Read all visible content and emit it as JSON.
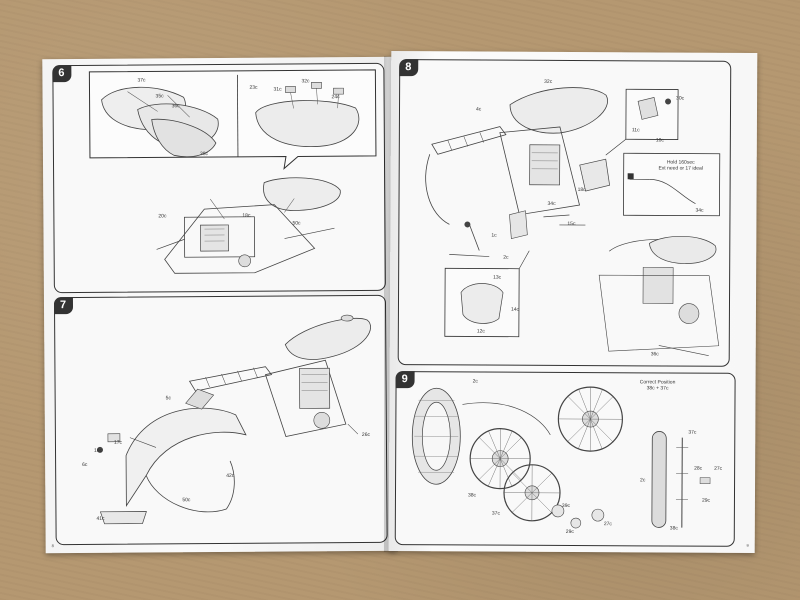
{
  "steps": {
    "s6": {
      "number": "6",
      "labels": {
        "l37": "37c",
        "l35": "35c",
        "l36": "36c",
        "l38": "38c",
        "l23": "23c",
        "l31": "31c",
        "l32": "32c",
        "l24": "24c",
        "l20": "20c",
        "l18": "18c",
        "l50": "50c"
      }
    },
    "s7": {
      "number": "7",
      "labels": {
        "l5": "5c",
        "l26": "26c",
        "l16": "16c",
        "l17": "17c",
        "l6": "6c",
        "l42": "42c",
        "l50": "50c",
        "l41": "41c"
      }
    },
    "s8": {
      "number": "8",
      "labels": {
        "l32": "32c",
        "l4": "4c",
        "l11": "11c",
        "l30": "30c",
        "l10": "10c",
        "l18": "18c",
        "l34": "34c",
        "l15": "15c",
        "l1": "1c",
        "l2": "2c",
        "l13": "13c",
        "l14": "14c",
        "l12": "12c",
        "l36": "36c",
        "l34b": "34c"
      },
      "note_line1": "Hold 160sec",
      "note_line2": "Ext need or 17 ideal"
    },
    "s9": {
      "number": "9",
      "labels": {
        "l2": "2c",
        "l38": "38c",
        "l37": "37c",
        "l39": "39c",
        "l29": "29c",
        "l27": "27c",
        "l2b": "2c",
        "l37b": "37c",
        "l28": "28c",
        "l27b": "27c",
        "l29b": "29c",
        "l38b": "38c"
      },
      "note_line1": "Correct Position",
      "note_line2": "38c + 37c"
    }
  },
  "page_numbers": {
    "left": "8",
    "right": "9"
  },
  "colors": {
    "cardboard": "#b59871",
    "paper": "#f6f6f6",
    "ink": "#333333"
  }
}
